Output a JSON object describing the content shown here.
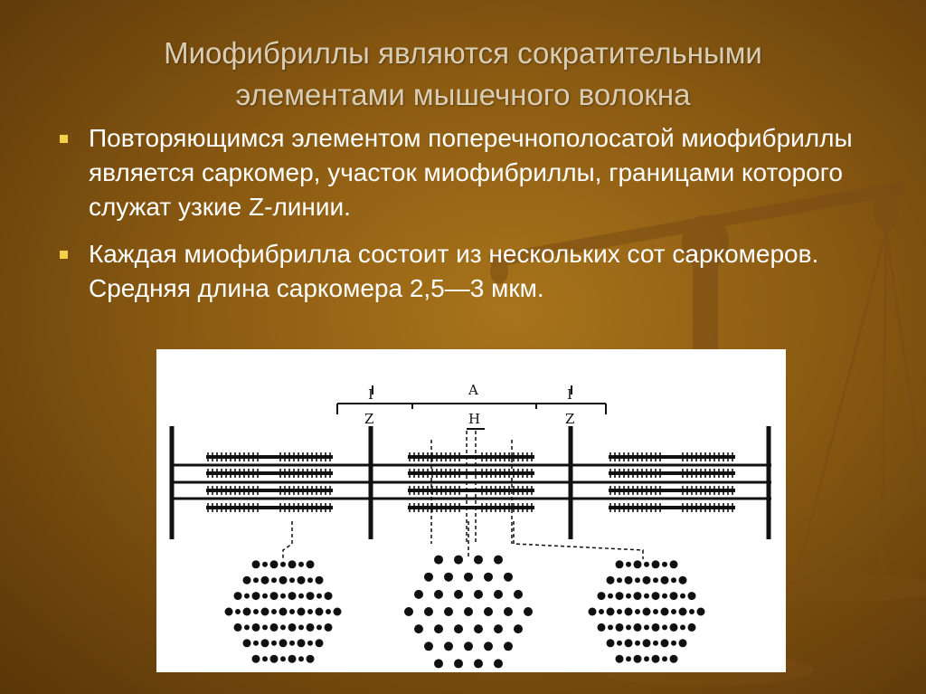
{
  "slide": {
    "title_line1": "Миофибриллы являются сократительными",
    "title_line2": "элементами мышечного волокна",
    "bullets": [
      "Повторяющимся элементом поперечнополосатой миофибриллы является саркомер, участок миофибриллы, границами которого служат узкие Z-линии.",
      "Каждая миофибрилла состоит из нескольких сот саркомеров. Средняя длина саркомера 2,5—3 мкм."
    ],
    "colors": {
      "bullet": "#f4d04a",
      "title": "#d9cdb4",
      "text": "#ffffff"
    }
  },
  "figure": {
    "labels": {
      "i_left": "I",
      "a_band": "A",
      "i_right": "I",
      "z_left": "Z",
      "h_zone": "H",
      "z_right": "Z"
    }
  }
}
